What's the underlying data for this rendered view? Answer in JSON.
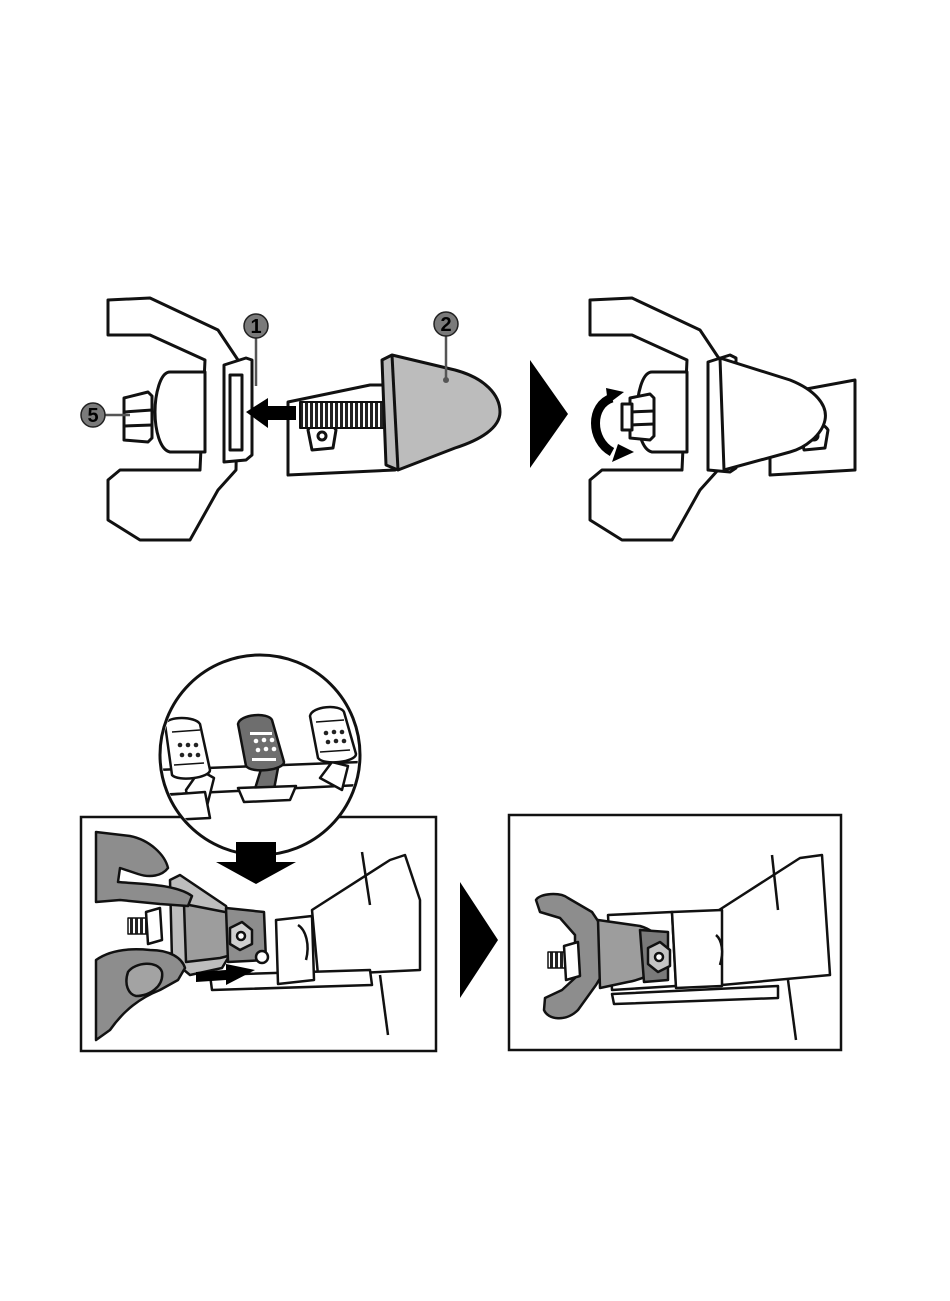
{
  "callouts": [
    {
      "id": "callout-1",
      "label": "1"
    },
    {
      "id": "callout-2",
      "label": "2"
    },
    {
      "id": "callout-5",
      "label": "5"
    }
  ],
  "colors": {
    "line": "#111111",
    "part_fill": "#ffffff",
    "cone_fill": "#bcbcbc",
    "badge_fill": "#7a7a7a",
    "arrow_fill": "#000000",
    "hand_fill": "#8d8d8d",
    "dark_gray": "#6e6e6e"
  },
  "icons": {
    "step_arrow": "triangle-right-icon",
    "push_arrow": "arrow-left-icon",
    "rotate_arrow": "rotate-arrow-icon",
    "down_arrow": "arrow-down-icon"
  }
}
